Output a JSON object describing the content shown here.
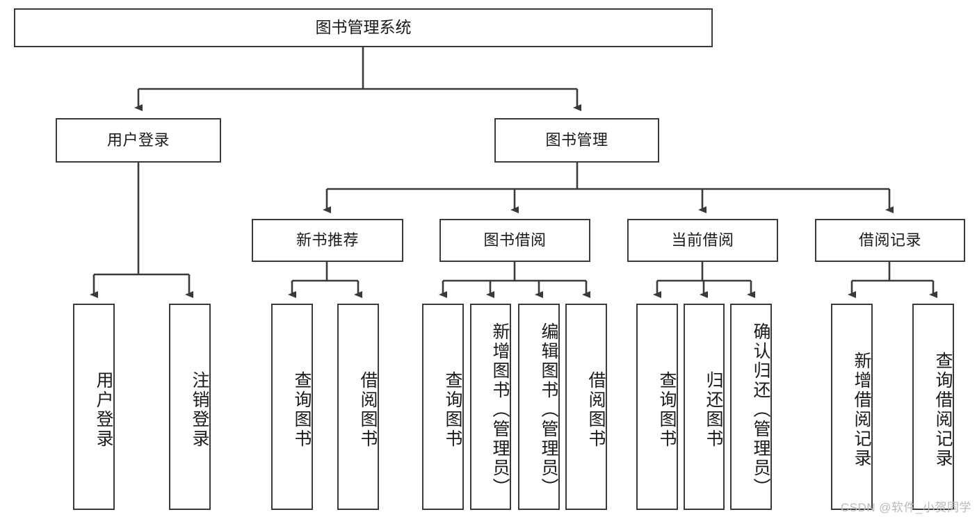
{
  "diagram": {
    "title": "图书管理系统",
    "type": "tree-hierarchy-diagram",
    "root": {
      "label": "图书管理系统"
    },
    "level2": [
      {
        "label": "用户登录"
      },
      {
        "label": "图书管理"
      }
    ],
    "level3": [
      {
        "label": "新书推荐"
      },
      {
        "label": "图书借阅"
      },
      {
        "label": "当前借阅"
      },
      {
        "label": "借阅记录"
      }
    ],
    "leaves": {
      "user_login": [
        {
          "label": "用户登录"
        },
        {
          "label": "注销登录"
        }
      ],
      "new_book_recommend": [
        {
          "label": "查询图书"
        },
        {
          "label": "借阅图书"
        }
      ],
      "book_borrow": [
        {
          "label": "查询图书"
        },
        {
          "label": "新增图书（管理员）"
        },
        {
          "label": "编辑图书（管理员）"
        },
        {
          "label": "借阅图书"
        }
      ],
      "current_borrow": [
        {
          "label": "查询图书"
        },
        {
          "label": "归还图书"
        },
        {
          "label": "确认归还（管理员）"
        }
      ],
      "borrow_record": [
        {
          "label": "新增借阅记录"
        },
        {
          "label": "查询借阅记录"
        }
      ]
    }
  },
  "watermark": {
    "text": "CSDN @软件_小贺同学"
  },
  "colors": {
    "stroke": "#3a3a3a",
    "text": "#1a1a1a",
    "background": "#ffffff",
    "watermark": "#b9b9b9"
  }
}
